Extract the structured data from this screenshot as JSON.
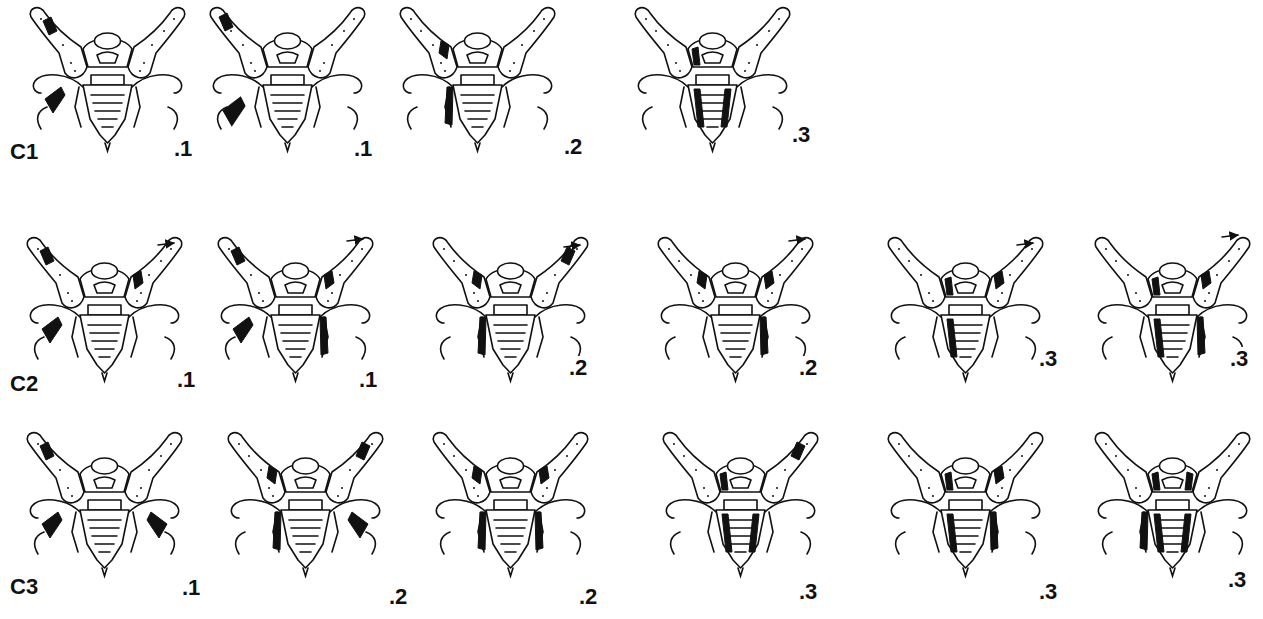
{
  "diagram": {
    "labels": [
      "C1",
      ".1",
      ".1",
      ".2",
      ".3",
      "C2",
      ".1",
      ".1",
      ".2",
      ".2",
      ".3",
      ".3",
      "C3",
      ".1",
      ".2",
      ".2",
      ".3",
      ".3",
      ".3"
    ]
  }
}
